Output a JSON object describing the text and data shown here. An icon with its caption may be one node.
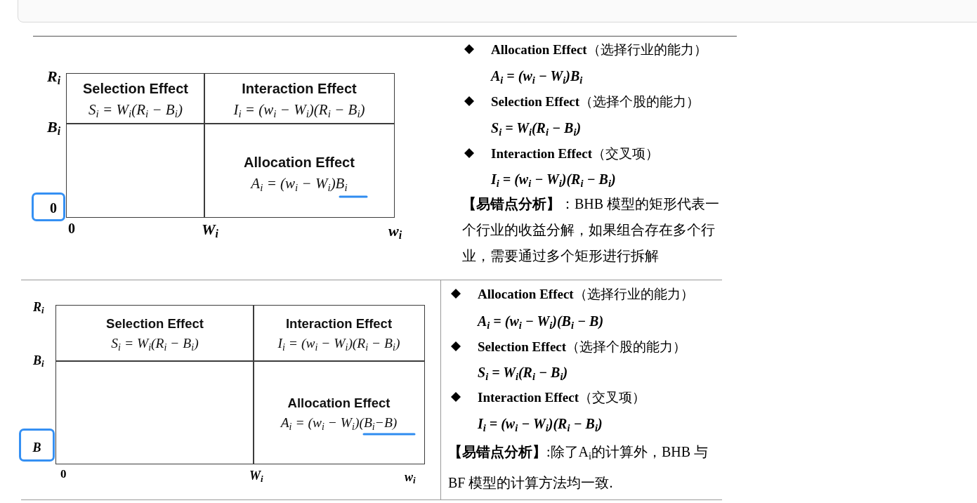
{
  "diagram": {
    "nodes": [
      {
        "text": [
          "Selection Effect",
          "S$_{i}$ = W$_{i}$(R$_{i}$ − B$_{i}$)"
        ]
      },
      {
        "text": [
          "Interaction Effect",
          "I$_{i}$ = (w$_{i}$ − W$_{i}$)(R$_{i}$ − B$_{i}$)"
        ]
      },
      {
        "text": [],
        "shape": "box"
      },
      {
        "text": [
          "Allocation Effect",
          "A$_{i}$ = (w$_{i}$ − W$_{i}$)B$_{i}$"
        ]
      },
      {
        "text": [
          "0"
        ]
      },
      {
        "text": [
          "Selection Effect",
          "S$_{i}$ = W$_{i}$(R$_{i}$ − B$_{i}$)"
        ]
      },
      {
        "text": [
          "Interaction Effect",
          "I$_{i}$ = (w$_{i}$ − W$_{i}$)(R$_{i}$ − B$_{i}$)"
        ]
      },
      {
        "text": [],
        "shape": "box"
      },
      {
        "text": [
          "Allocation Effect",
          "A$_{i}$ = (w$_{i}$ − W$_{i}$)(B$_{i}$−B)"
        ]
      },
      {
        "text": [
          "B"
        ]
      }
    ],
    "edges": [],
    "labels": [
      "R$_{i}$",
      "B$_{i}$",
      "0",
      "W$_{i}$",
      "w$_{i}$",
      "**Allocation Effect**（选择行业的能力）",
      "A$_{i}$ = (w$_{i}$ − W$_{i}$)B$_{i}$",
      "**Selection Effect**（选择个股的能力）",
      "S$_{i}$ = W$_{i}$(R$_{i}$ − B$_{i}$)",
      "**Interaction Effect**（交叉项）",
      "I$_{i}$ = (w$_{i}$ − W$_{i}$)(R$_{i}$ − B$_{i}$)",
      "**【易错点分析】**：BHB 模型的矩形代表一个行业的收益分解，如果组合存在多个行业，需要通过多个矩形进行拆解",
      "R$_{i}$",
      "B$_{i}$",
      "0",
      "W$_{i}$",
      "w$_{i}$",
      "**Allocation Effect**（选择行业的能力）",
      "A$_{i}$ = (w$_{i}$ − W$_{i}$)(B$_{i}$ − B)",
      "**Selection Effect**（选择个股的能力）",
      "S$_{i}$ = W$_{i}$(R$_{i}$ − B$_{i}$)",
      "**Interaction Effect**（交叉项）",
      "I$_{i}$ = (w$_{i}$ − W$_{i}$)(R$_{i}$ − B$_{i}$)",
      "**【易错点分析】**:除了A$_{i}$的计算外，BHB 与 BF 模型的计算方法均一致."
    ]
  }
}
